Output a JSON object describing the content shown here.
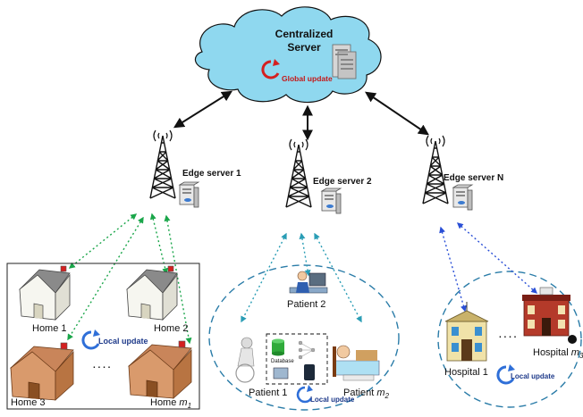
{
  "cloud": {
    "title_line1": "Centralized",
    "title_line2": "Server",
    "global_update": "Global update"
  },
  "edge_servers": [
    {
      "label": "Edge server 1"
    },
    {
      "label": "Edge server 2"
    },
    {
      "label": "Edge server N"
    }
  ],
  "homes": {
    "items": [
      "Home 1",
      "Home 2",
      "Home 3"
    ],
    "last_prefix": "Home ",
    "last_var": "m",
    "last_sub": "1",
    "ellipsis": ". . . .",
    "local_update": "Local update"
  },
  "patients": {
    "patient2": "Patient 2",
    "patient1": "Patient 1",
    "last_prefix": "Patient ",
    "last_var": "m",
    "last_sub": "2",
    "database": "Database",
    "local_update": "Local update"
  },
  "hospitals": {
    "hospital1": "Hospital 1",
    "last_prefix": "Hospital ",
    "last_var": "m",
    "last_sub": "3",
    "ellipsis": ". . . .",
    "local_update": "Local update"
  },
  "colors": {
    "cloud_fill": "#8fd8ef",
    "green_link": "#1aa64a",
    "teal_link": "#2a9db5",
    "blue_link": "#2a4fd6",
    "global_arrow": "#d42020",
    "local_arrow": "#2f6fd8"
  }
}
